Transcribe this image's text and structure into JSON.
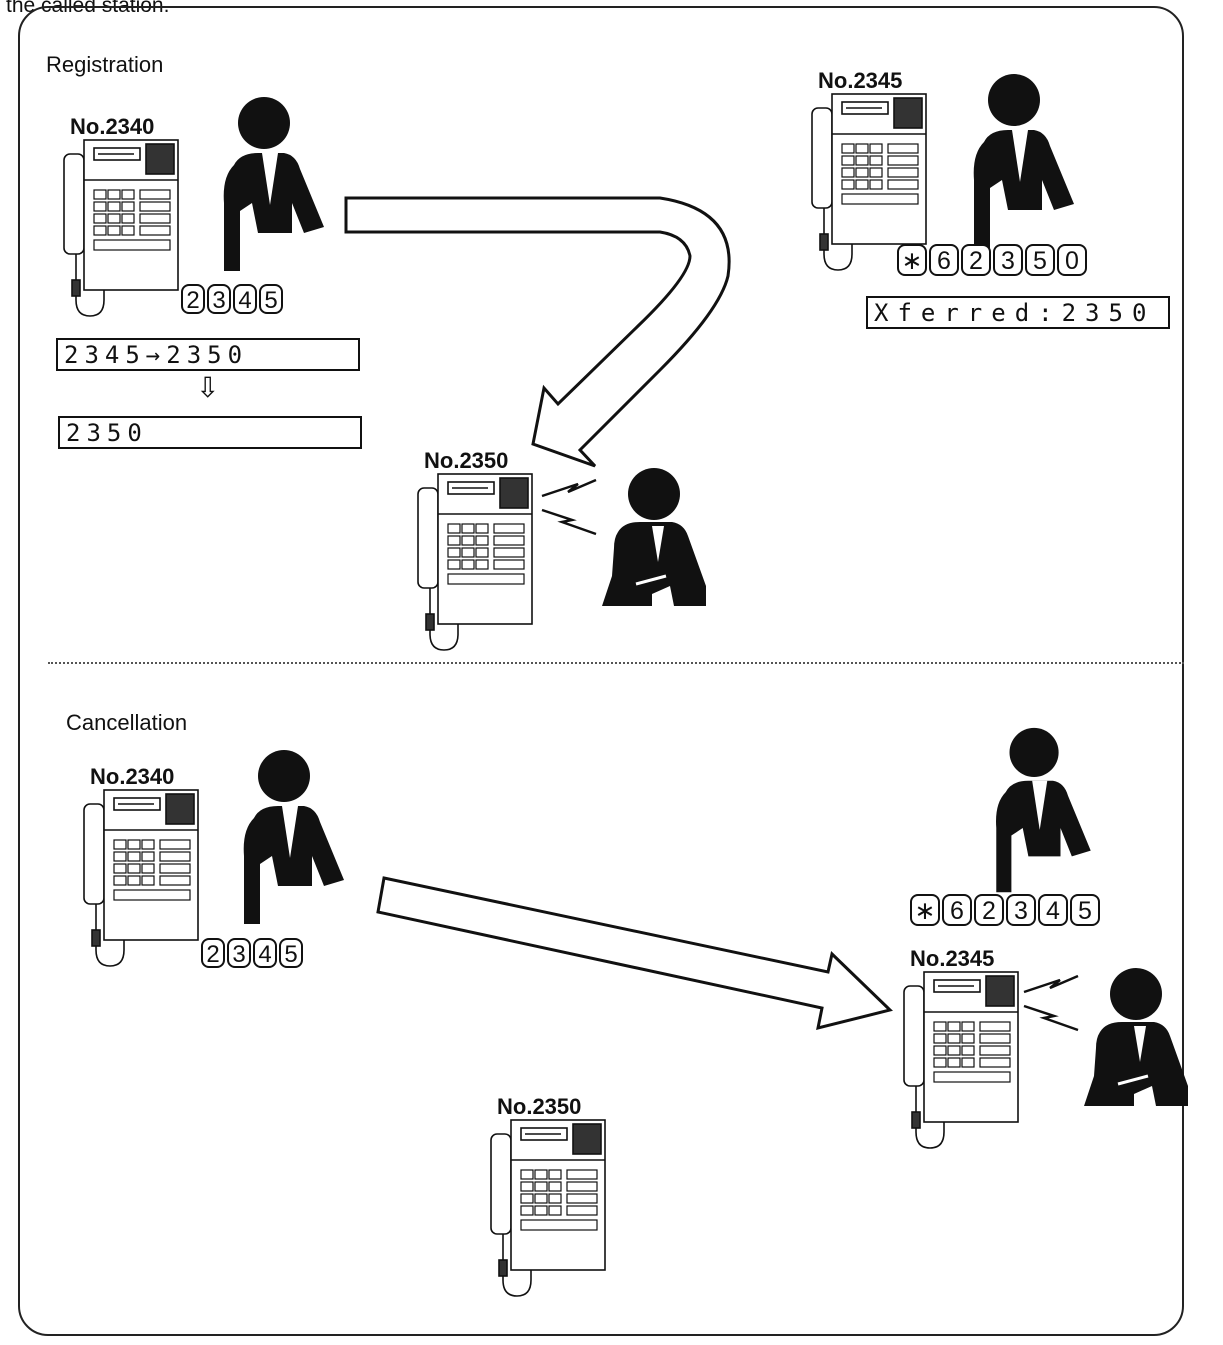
{
  "intro_text": "the called station.",
  "registration": {
    "title": "Registration",
    "station_2340": "No.2340",
    "station_2345": "No.2345",
    "station_2350": "No.2350",
    "dial_keys": [
      "2",
      "3",
      "4",
      "5"
    ],
    "forward_keys": [
      "∗",
      "6",
      "2",
      "3",
      "5",
      "0"
    ],
    "display_2345": "Xferred:2350",
    "display_2340_before": "2345→2350",
    "display_2340_after": "2350",
    "down_arrow": "⇩"
  },
  "cancellation": {
    "title": "Cancellation",
    "station_2340": "No.2340",
    "station_2345": "No.2345",
    "station_2350": "No.2350",
    "dial_keys": [
      "2",
      "3",
      "4",
      "5"
    ],
    "cancel_keys": [
      "∗",
      "6",
      "2",
      "3",
      "4",
      "5"
    ]
  },
  "icons": [
    "telephone-icon",
    "person-icon",
    "ringing-icon",
    "arrow-icon"
  ]
}
